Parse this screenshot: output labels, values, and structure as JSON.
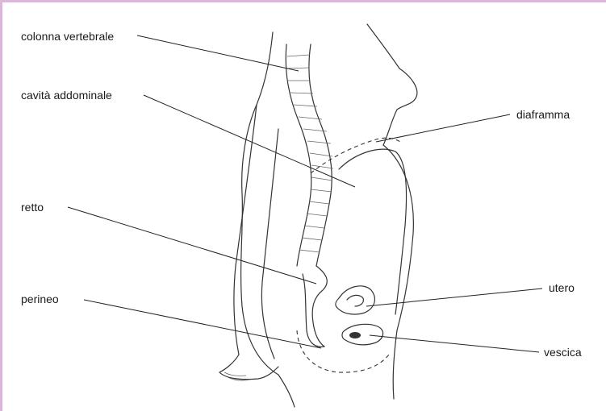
{
  "labels": {
    "colonna_vertebrale": "colonna vertebrale",
    "cavita_addominale": "cavità addominale",
    "diaframma": "diaframma",
    "retto": "retto",
    "utero": "utero",
    "perineo": "perineo",
    "vescica": "vescica"
  },
  "colors": {
    "frame_border": "#d8b8d8",
    "line": "#222222"
  }
}
